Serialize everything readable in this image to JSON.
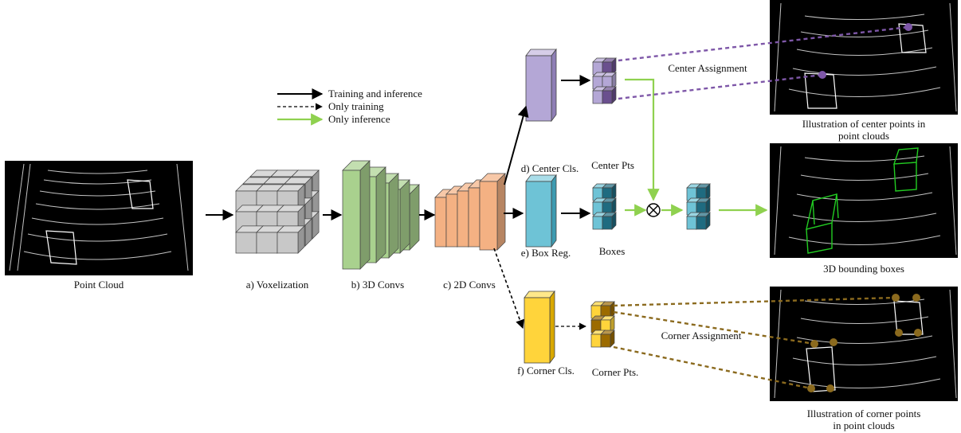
{
  "legend": {
    "training_inference": "Training and inference",
    "only_training": "Only training",
    "only_inference": "Only inference"
  },
  "stages": {
    "point_cloud": "Point Cloud",
    "voxelization": "a) Voxelization",
    "conv3d": "b) 3D Convs",
    "conv2d": "c) 2D Convs",
    "center_cls": "d) Center Cls.",
    "box_reg": "e) Box Reg.",
    "corner_cls": "f) Corner Cls."
  },
  "outputs": {
    "center_pts": "Center Pts",
    "boxes": "Boxes",
    "corner_pts": "Corner Pts.",
    "center_assignment": "Center Assignment",
    "corner_assignment": "Corner Assignment",
    "center_illustration_line1": "Illustration of center points in",
    "center_illustration_line2": "point clouds",
    "bboxes_3d": "3D bounding boxes",
    "corner_illustration_line1": "Illustration of corner points",
    "corner_illustration_line2": "in point clouds"
  },
  "colors": {
    "voxel": "#c8c8c8",
    "conv3d": "#a9d18e",
    "conv2d": "#f4b183",
    "center_head": "#b4a7d6",
    "center_dark": "#6a4f8e",
    "box_head": "#6ec3d6",
    "box_dark": "#1f6b80",
    "corner_head": "#ffd43b",
    "corner_dark": "#9c6b00",
    "inference_arrow": "#8fd14f",
    "center_dot": "#7e57a8",
    "corner_dot": "#8b6a1e",
    "bbox_green": "#22cc22"
  }
}
